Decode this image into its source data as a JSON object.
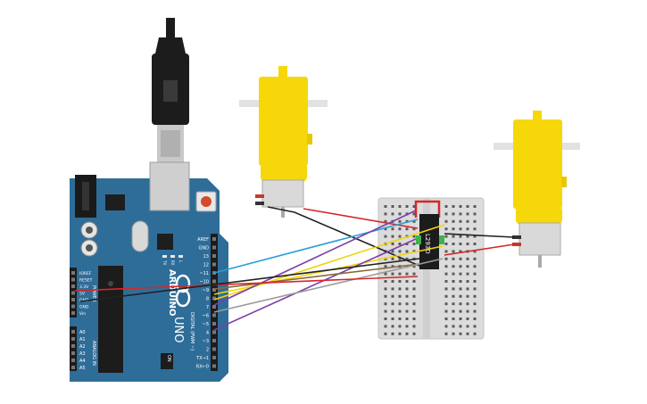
{
  "arduino": {
    "brand": "ARDUINO",
    "model": "UNO",
    "power_header": {
      "title": "POWER",
      "pins": [
        "IOREF",
        "RESET",
        "3.3V",
        "5V",
        "GND",
        "GND",
        "Vin"
      ]
    },
    "analog_header": {
      "title": "ANALOG IN",
      "pins": [
        "A0",
        "A1",
        "A2",
        "A3",
        "A4",
        "A5"
      ]
    },
    "digital_header": {
      "title": "DIGITAL (PWM ~)",
      "pins": [
        "AREF",
        "GND",
        "13",
        "12",
        "~11",
        "~10",
        "~9",
        "8",
        "7",
        "~6",
        "~5",
        "4",
        "~3",
        "2",
        "TX→1",
        "RX←0"
      ]
    },
    "led_labels": [
      "TX",
      "RX",
      "L"
    ],
    "on_label": "ON"
  },
  "driver_chip": {
    "label": "L293D"
  },
  "colors": {
    "board": "#2f6d99",
    "board_dark": "#1f4f73",
    "motor_yellow": "#f6d70a",
    "breadboard": "#dcdcdc",
    "wire_red": "#d62728",
    "wire_black": "#222222",
    "wire_blue": "#2a9fd6",
    "wire_yellow": "#f2d30a",
    "wire_purple": "#7b3fa8",
    "wire_brown": "#8a6a3c",
    "wire_gray": "#9a9a9a"
  },
  "icons": [
    "usb-cable-icon",
    "gear-motor-icon",
    "breadboard-icon",
    "ic-chip-icon"
  ]
}
